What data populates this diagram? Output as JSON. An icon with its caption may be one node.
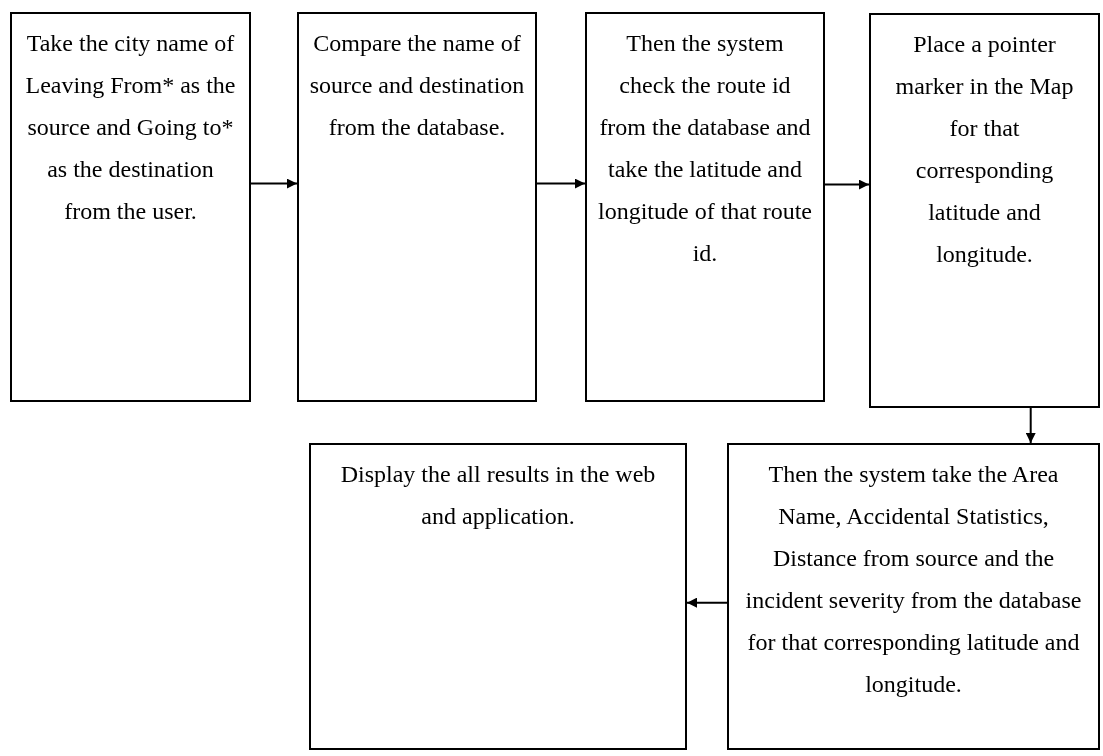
{
  "diagram": {
    "nodes": [
      {
        "text": [
          "Take the city name of Leaving From* as the source and Going to* as the destination from the user."
        ]
      },
      {
        "text": [
          "Compare the name of source and destination from the database."
        ]
      },
      {
        "text": [
          "Then the system check the route id from the database and take the latitude and longitude of that route id."
        ]
      },
      {
        "text": [
          "Place a pointer marker in the Map for that corresponding latitude and longitude."
        ]
      },
      {
        "text": [
          "Then the system take the Area Name, Accidental Statistics, Distance from source and the incident severity from the database for that corresponding latitude and longitude."
        ]
      },
      {
        "text": [
          "Display the all results in the web and application."
        ]
      }
    ],
    "edges": [
      {
        "from": 0,
        "to": 1,
        "arrow": "to"
      },
      {
        "from": 1,
        "to": 2,
        "arrow": "to"
      },
      {
        "from": 2,
        "to": 3,
        "arrow": "to"
      },
      {
        "from": 3,
        "to": 4,
        "arrow": "to"
      },
      {
        "from": 4,
        "to": 5,
        "arrow": "to"
      }
    ]
  }
}
